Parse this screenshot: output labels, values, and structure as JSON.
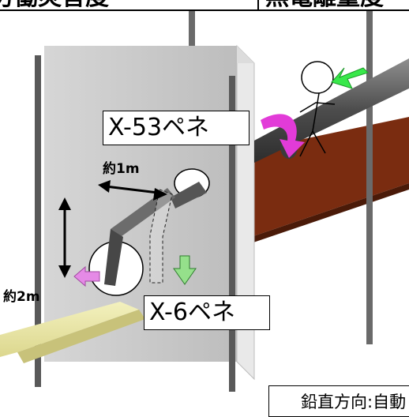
{
  "header": {
    "left_text": "労働災害度",
    "right_text": "無電離量度"
  },
  "labels": {
    "x53": "X-53ペネ",
    "x6": "X-6ペネ",
    "dim_1m": "約1m",
    "dim_2m": "約2m"
  },
  "note": {
    "text": "鉛直方向:自動"
  },
  "colors": {
    "wall": "#c8c8c8",
    "wall_side": "#e4e4e4",
    "pipe": "#5a5a5a",
    "deck": "#7a2c10",
    "beam": "#ece9a9",
    "arrow_magenta": "#e23bd8",
    "arrow_green": "#38e84a",
    "arrow_pink": "#e58ae6",
    "arrow_lightgreen": "#95e08b"
  }
}
